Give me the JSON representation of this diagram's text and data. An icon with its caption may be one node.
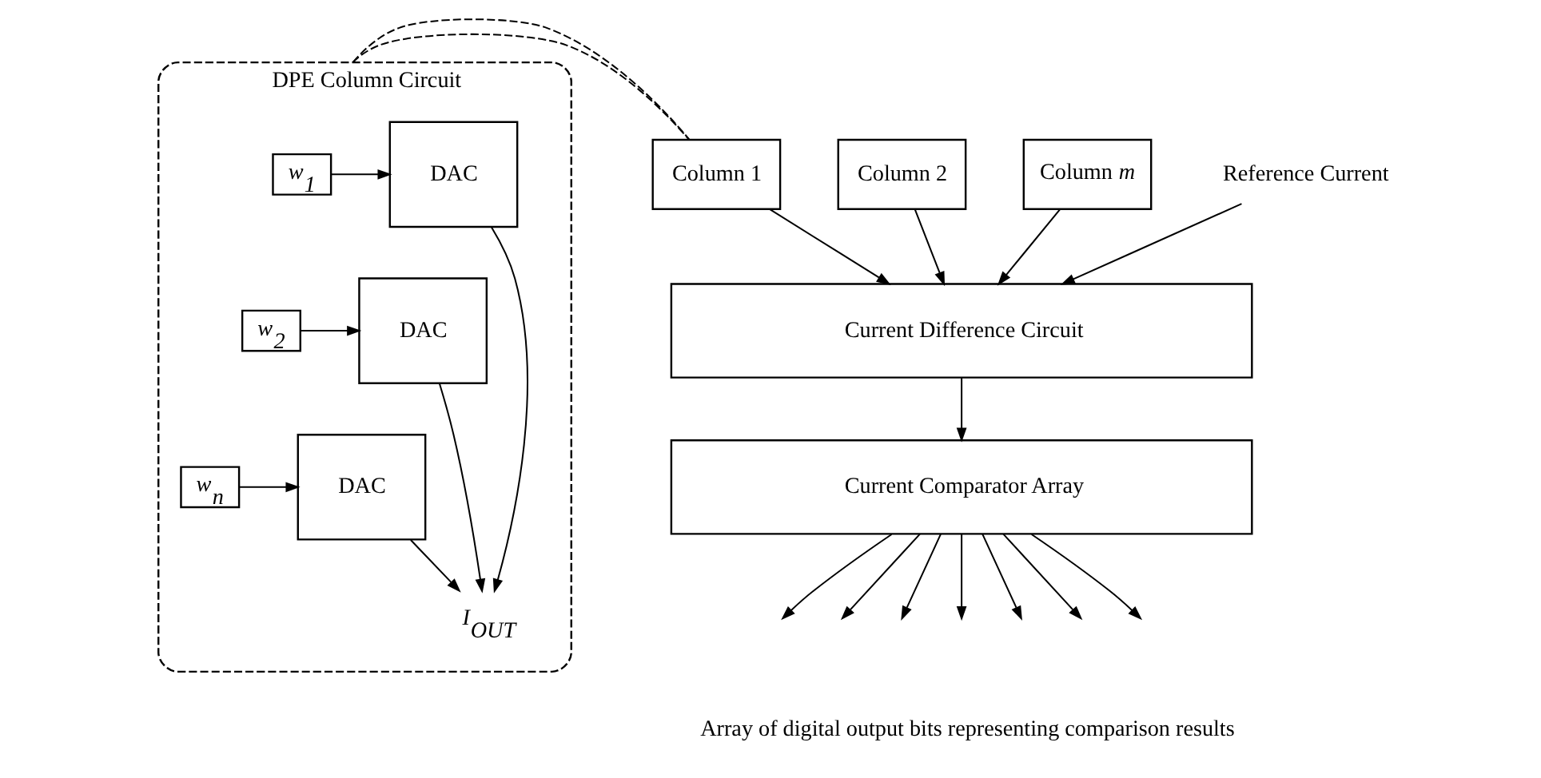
{
  "diagram": {
    "nodes": [
      {
        "text": [
          "DPE Column Circuit"
        ]
      },
      {
        "text": [
          "w$_{1}$"
        ],
        "in": 0
      },
      {
        "text": [
          "DAC"
        ],
        "in": 0
      },
      {
        "text": [
          "w$_{2}$"
        ],
        "in": 0
      },
      {
        "text": [
          "DAC"
        ],
        "in": 0
      },
      {
        "text": [
          "w$_{n}$"
        ],
        "in": 0
      },
      {
        "text": [
          "DAC"
        ],
        "in": 0
      },
      {
        "text": [
          "I$_{OUT}$"
        ],
        "in": 0
      },
      {
        "text": [
          "Column 1"
        ]
      },
      {
        "text": [
          "Column 2"
        ]
      },
      {
        "text": [
          "Column *m*"
        ]
      },
      {
        "text": [
          "Reference Current"
        ]
      },
      {
        "text": [
          "Current Difference Circuit"
        ]
      },
      {
        "text": [
          "Current Comparator Array"
        ]
      }
    ],
    "edges": [
      {
        "from": 1,
        "to": 2,
        "arrow": "to"
      },
      {
        "from": 3,
        "to": 4,
        "arrow": "to"
      },
      {
        "from": 5,
        "to": 6,
        "arrow": "to"
      },
      {
        "from": 2,
        "to": 7,
        "arrow": "to"
      },
      {
        "from": 4,
        "to": 7,
        "arrow": "to"
      },
      {
        "from": 6,
        "to": 7,
        "arrow": "to"
      },
      {
        "from": 0,
        "to": 8,
        "arrow": "none",
        "style": "dashed"
      },
      {
        "from": 0,
        "to": 8,
        "arrow": "none",
        "style": "dashed"
      },
      {
        "from": 8,
        "to": 12,
        "arrow": "to"
      },
      {
        "from": 9,
        "to": 12,
        "arrow": "to"
      },
      {
        "from": 10,
        "to": 12,
        "arrow": "to"
      },
      {
        "from": 11,
        "to": 12,
        "arrow": "to"
      },
      {
        "from": 12,
        "to": 13,
        "arrow": "to"
      },
      {
        "from": 13,
        "to": null,
        "arrow": "to"
      },
      {
        "from": 13,
        "to": null,
        "arrow": "to"
      },
      {
        "from": 13,
        "to": null,
        "arrow": "to"
      },
      {
        "from": 13,
        "to": null,
        "arrow": "to"
      },
      {
        "from": 13,
        "to": null,
        "arrow": "to"
      },
      {
        "from": 13,
        "to": null,
        "arrow": "to"
      },
      {
        "from": 13,
        "to": null,
        "arrow": "to"
      }
    ],
    "labels": [
      "Array of digital output bits representing comparison results"
    ]
  }
}
